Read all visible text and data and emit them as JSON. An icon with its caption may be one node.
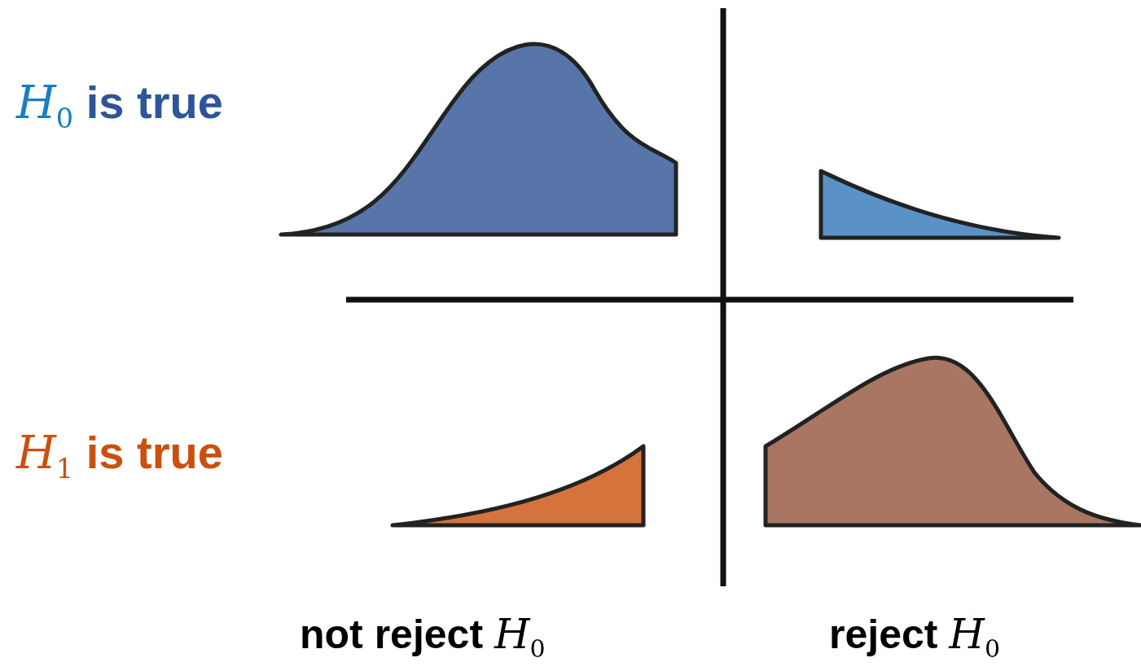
{
  "diagram": {
    "labels": [
      "*H*$_{0}$ is true",
      "*H*$_{1}$ is true",
      "not reject *H*$_{0}$",
      "reject *H*$_{0}$"
    ]
  }
}
